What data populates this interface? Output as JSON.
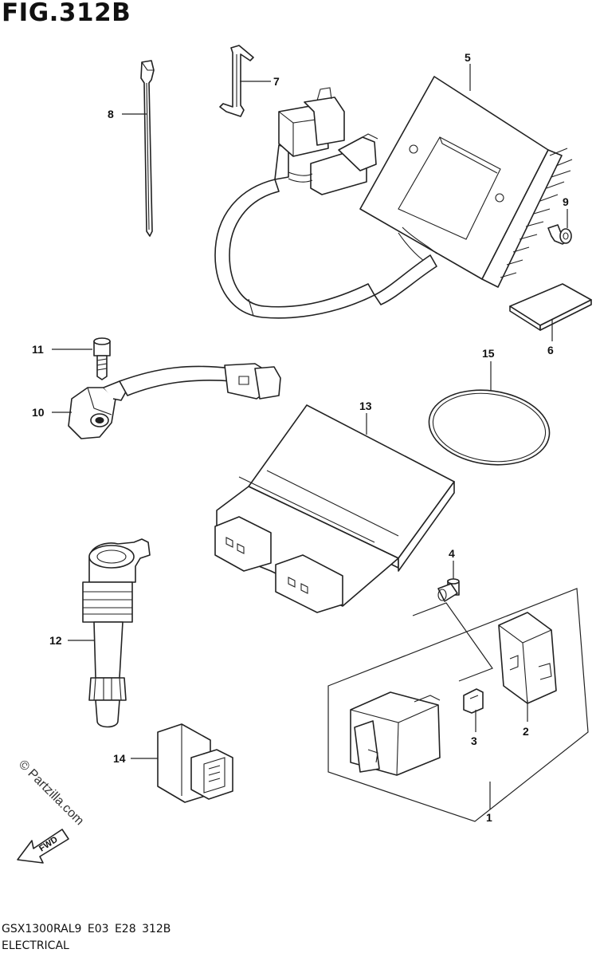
{
  "figure": {
    "title": "FIG.312B",
    "model_line": "GSX1300RAL9  E03  E28  312B",
    "category": "ELECTRICAL",
    "watermark": "© Partzilla.com",
    "direction_label": "FWD"
  },
  "callouts": [
    {
      "num": "1",
      "part": "relay-assembly"
    },
    {
      "num": "2",
      "part": "relay-cover"
    },
    {
      "num": "3",
      "part": "fuse"
    },
    {
      "num": "4",
      "part": "bolt"
    },
    {
      "num": "5",
      "part": "regulator-rectifier"
    },
    {
      "num": "6",
      "part": "cushion-pad"
    },
    {
      "num": "7",
      "part": "clamp"
    },
    {
      "num": "8",
      "part": "cable-tie"
    },
    {
      "num": "9",
      "part": "bolt"
    },
    {
      "num": "10",
      "part": "sensor"
    },
    {
      "num": "11",
      "part": "bolt"
    },
    {
      "num": "12",
      "part": "ignition-coil"
    },
    {
      "num": "13",
      "part": "ecu"
    },
    {
      "num": "14",
      "part": "connector"
    },
    {
      "num": "15",
      "part": "o-ring"
    }
  ]
}
